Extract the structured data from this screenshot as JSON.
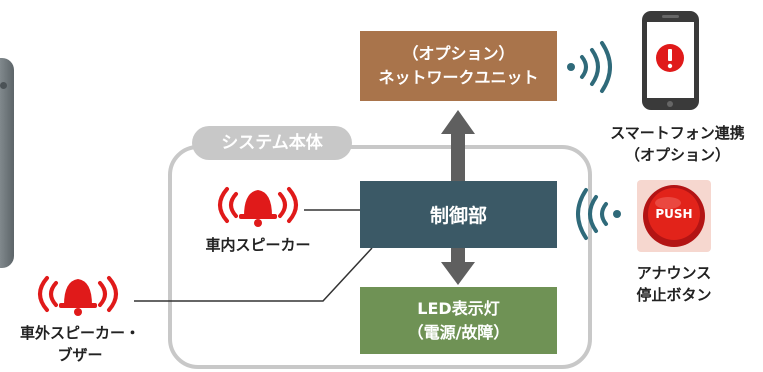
{
  "system_label": "システム本体",
  "network_unit": {
    "line1": "（オプション）",
    "line2": "ネットワークユニット"
  },
  "control_unit": {
    "label": "制御部"
  },
  "led_display": {
    "line1": "LED表示灯",
    "line2": "（電源/故障）"
  },
  "inner_speaker": {
    "label": "車内スピーカー"
  },
  "outer_speaker": {
    "line1": "車外スピーカー・",
    "line2": "ブザー"
  },
  "smartphone": {
    "line1": "スマートフォン連携",
    "line2": "（オプション）"
  },
  "push_button": {
    "text": "PUSH",
    "line1": "アナウンス",
    "line2": "停止ボタン"
  },
  "colors": {
    "network_unit": "#a9744b",
    "control_unit": "#3b5966",
    "led_display": "#6f9255",
    "alarm_red": "#e01a1a",
    "frame_gray": "#c8c8c8",
    "arrow_gray": "#5f5f5f"
  }
}
